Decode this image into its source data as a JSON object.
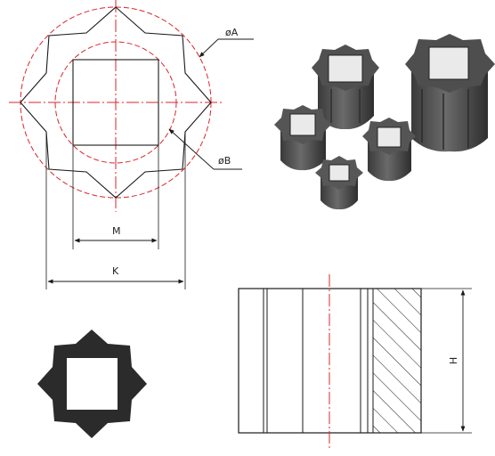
{
  "labels": {
    "dia_a": "øA",
    "dia_b": "øB",
    "dim_m": "M",
    "dim_k": "K",
    "dim_h": "H"
  },
  "colors": {
    "line": "#1a1a1a",
    "centerline": "#d9262c",
    "part": "#2b2b2b",
    "part_side": "#4a4a4a",
    "part_face": "#5c5c5c"
  },
  "icons": [
    "star-profile-outline",
    "photo-of-parts",
    "star-profile-solid",
    "section-view"
  ]
}
